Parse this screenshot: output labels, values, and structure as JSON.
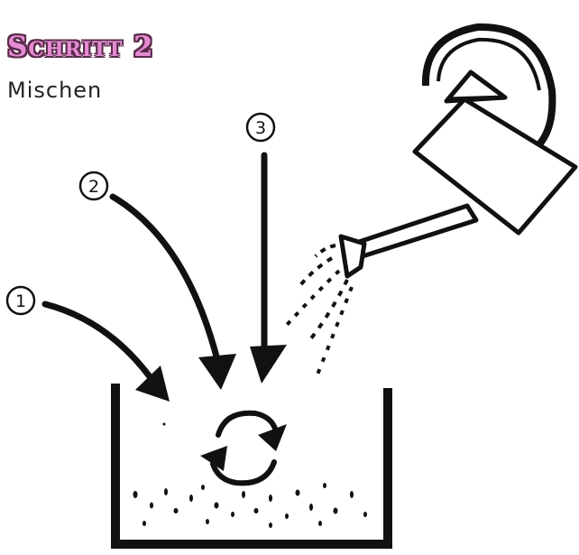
{
  "header": {
    "title": "Schritt 2",
    "subtitle": "Mischen"
  },
  "steps": [
    {
      "number": "1"
    },
    {
      "number": "2"
    },
    {
      "number": "3"
    }
  ],
  "colors": {
    "title_fill": "#e48bd2",
    "title_outline": "#5a2a4a",
    "ink": "#111111"
  },
  "icons": [
    "watering-can-icon",
    "mixing-cycle-icon",
    "soil-container-icon",
    "arrow-down-icon"
  ]
}
